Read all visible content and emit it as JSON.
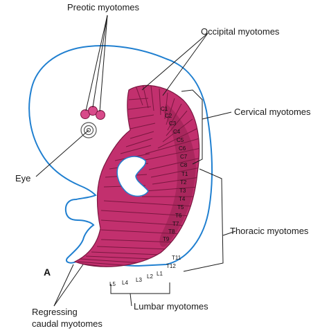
{
  "labels": {
    "preotic": "Preotic myotomes",
    "occipital": "Occipital myotomes",
    "cervical": "Cervical myotomes",
    "eye": "Eye",
    "thoracic": "Thoracic myotomes",
    "lumbar": "Lumbar myotomes",
    "caudal_line1": "Regressing",
    "caudal_line2": "caudal myotomes",
    "panel": "A"
  },
  "segments": {
    "cervical": [
      "C1",
      "C2",
      "C3",
      "C4",
      "C5",
      "C6",
      "C7",
      "C8"
    ],
    "thoracic": [
      "T1",
      "T2",
      "T3",
      "T4",
      "T5",
      "T6",
      "T7",
      "T8",
      "T9",
      "T11",
      "T12"
    ],
    "lumbar": [
      "L1",
      "L2",
      "L3",
      "L4",
      "L5"
    ]
  },
  "colors": {
    "myotome": "#c2306e",
    "myotome_shadow": "#7a1740",
    "embryo_outline": "#1f7fd0",
    "leader_line": "#1a1a1a"
  }
}
